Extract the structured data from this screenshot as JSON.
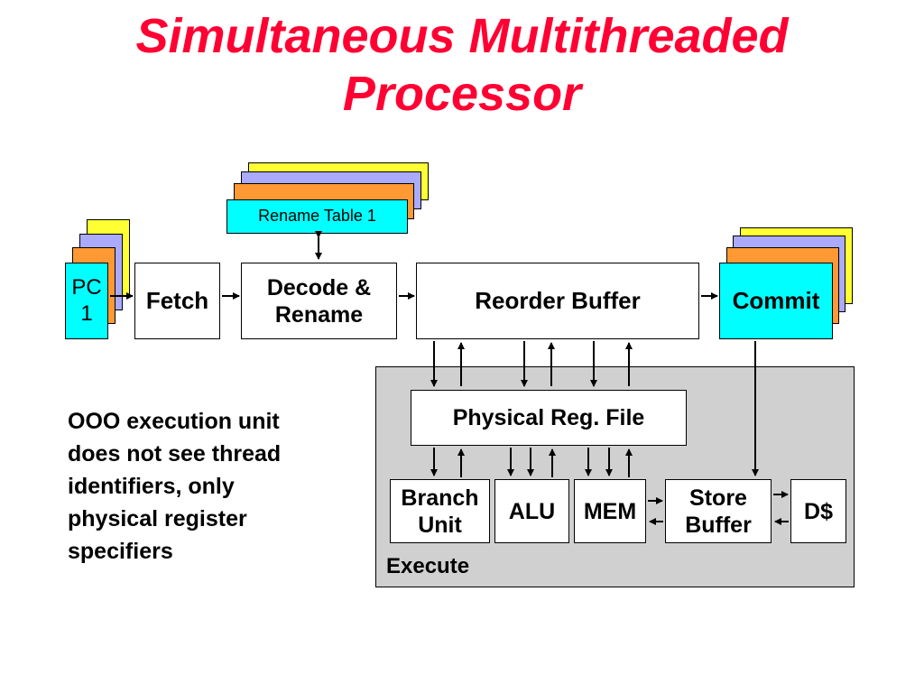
{
  "title": {
    "line1": "Simultaneous Multithreaded",
    "line2": "Processor"
  },
  "diagram": {
    "pc": {
      "line1": "PC",
      "line2": "1"
    },
    "fetch": "Fetch",
    "decode": {
      "line1": "Decode &",
      "line2": "Rename"
    },
    "rename_table": "Rename Table 1",
    "reorder_buffer": "Reorder Buffer",
    "commit": "Commit",
    "physical_reg_file": "Physical Reg. File",
    "branch_unit": {
      "line1": "Branch",
      "line2": "Unit"
    },
    "alu": "ALU",
    "mem": "MEM",
    "store_buffer": {
      "line1": "Store",
      "line2": "Buffer"
    },
    "dcache": "D$",
    "execute_label": "Execute",
    "colors": {
      "title": "#ff0033",
      "thread_yellow": "#ffff33",
      "thread_lilac": "#aaaaff",
      "thread_orange": "#ff9933",
      "thread_active": "#00ffff",
      "execute_bg": "#d0d0d0"
    }
  },
  "note": {
    "lines": [
      "OOO execution unit",
      "does not see thread",
      "identifiers, only",
      "physical register",
      "specifiers"
    ]
  }
}
